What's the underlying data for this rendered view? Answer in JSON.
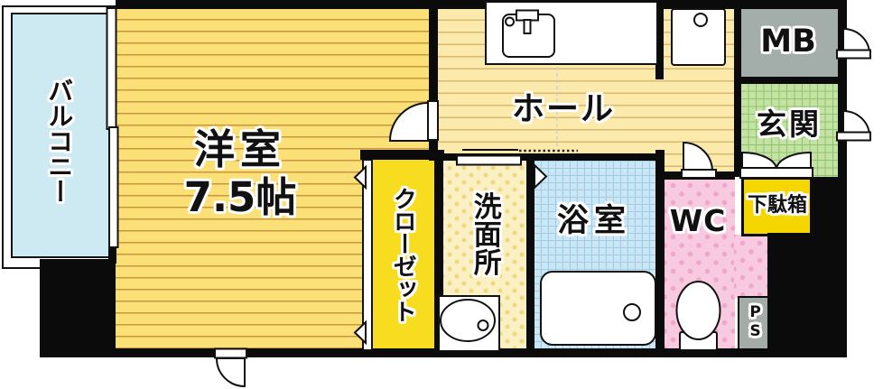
{
  "plan_type": "apartment-floor-plan",
  "rooms": {
    "balcony": "バルコニー",
    "western_room_name": "洋室",
    "western_room_size": "7.5帖",
    "closet": "クローゼット",
    "washroom": "洗面所",
    "bathroom": "浴室",
    "wc": "WC",
    "hall": "ホール",
    "meter_box": "MB",
    "entrance": "玄関",
    "shoe_cabinet": "下駄箱",
    "pipe_space": "PS"
  },
  "colors": {
    "western_room_fill": "#FBDF77",
    "western_room_stripe": "#C8973D",
    "hall_fill": "#FBEAAB",
    "hall_stripe": "#D9B96F",
    "balcony_fill": "#CDE9F1",
    "bathroom_fill": "#CBE7F5",
    "bathroom_grid": "#9FCBE3",
    "wc_fill": "#F8CADF",
    "wc_dot": "#F0A6CC",
    "washroom_fill": "#FAF0C4",
    "washroom_dot": "#EFD97F",
    "closet_fill": "#F8DC20",
    "shoe_cabinet_fill": "#F6D600",
    "entrance_fill": "#C5E2A5",
    "entrance_grid": "#8EC46C",
    "meter_box_fill": "#A3ADA9",
    "pipe_space_fill": "#A3ACA7",
    "wall": "#0B0B0B"
  }
}
